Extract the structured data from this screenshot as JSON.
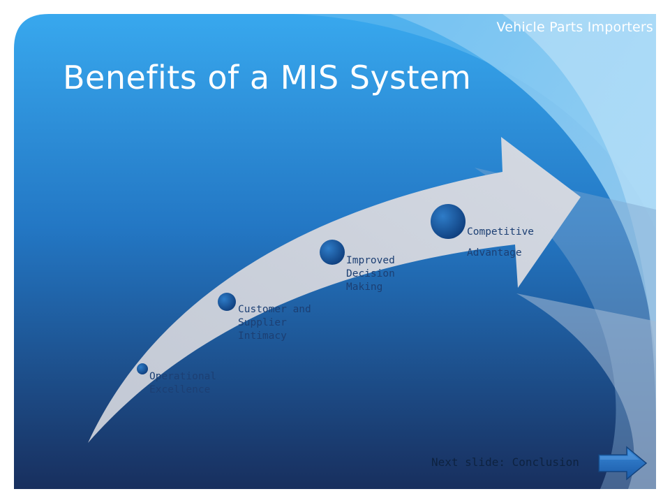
{
  "slide": {
    "company_name": "Vehicle Parts Importers",
    "title": "Benefits of a MIS System"
  },
  "steps": [
    {
      "label": "Operational\nExcellence"
    },
    {
      "label": "Customer and\nSupplier\nIntimacy"
    },
    {
      "label": "Improved\nDecision\nMaking"
    },
    {
      "label": "Competitive\nAdvantage"
    }
  ],
  "navigation": {
    "next_label": "Next slide: Conclusion",
    "next_icon": "right-arrow-icon"
  },
  "colors": {
    "background_top": "#35a3ea",
    "background_bottom": "#1a3566",
    "arrow_fill": "#cdd3de",
    "marker": "#1b5aa0",
    "label_text": "#1c3f73"
  }
}
